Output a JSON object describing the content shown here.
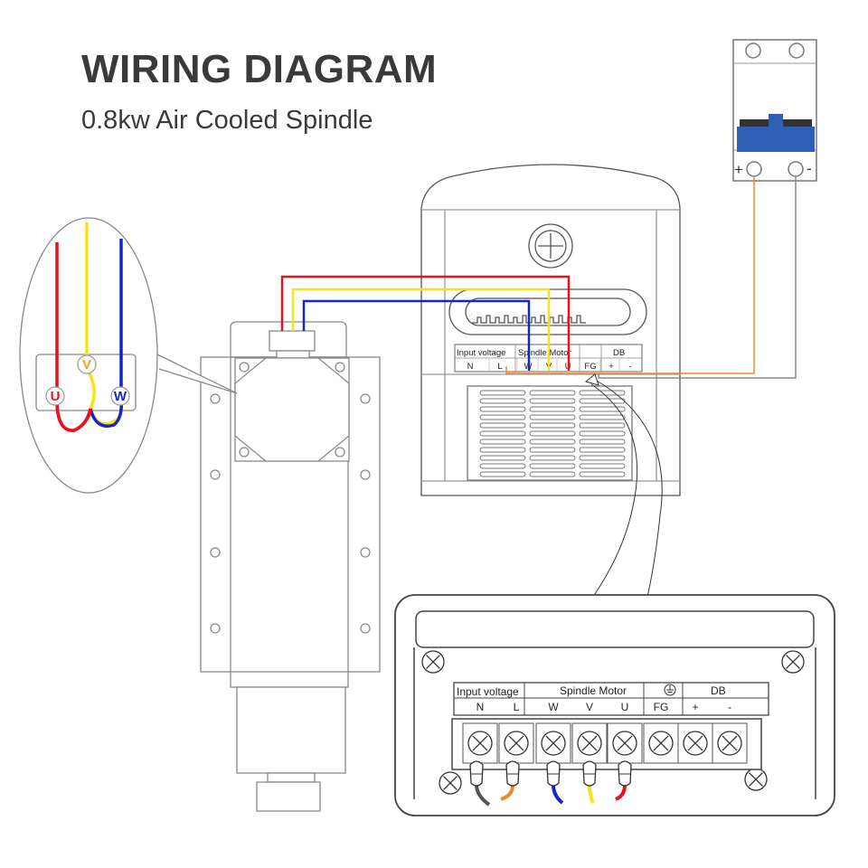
{
  "header": {
    "title": "WIRING DIAGRAM",
    "subtitle": "0.8kw Air Cooled Spindle"
  },
  "breaker": {
    "plus_label": "+",
    "minus_label": "-"
  },
  "inset_motor": {
    "terminals": [
      "U",
      "V",
      "W"
    ]
  },
  "vfd_panel": {
    "group_input": "Input voltage",
    "group_spindle": "Spindle Motor",
    "group_db": "DB",
    "terminals": [
      "N",
      "L",
      "W",
      "V",
      "U",
      "FG",
      "+",
      "-"
    ]
  },
  "zoom_panel": {
    "group_input": "Input voltage",
    "group_spindle": "Spindle Motor",
    "group_db": "DB",
    "terminals": [
      "N",
      "L",
      "W",
      "V",
      "U",
      "FG",
      "+",
      "-"
    ]
  },
  "colors": {
    "red": "#e8111c",
    "yellow": "#f7e21b",
    "blue": "#1526c4",
    "orange": "#f2862e",
    "breaker_blue": "#2f5fb4",
    "outline": "#555555"
  },
  "icons": {
    "ground": "ground-icon",
    "screw": "screw-x-icon",
    "fan": "fan-icon"
  }
}
